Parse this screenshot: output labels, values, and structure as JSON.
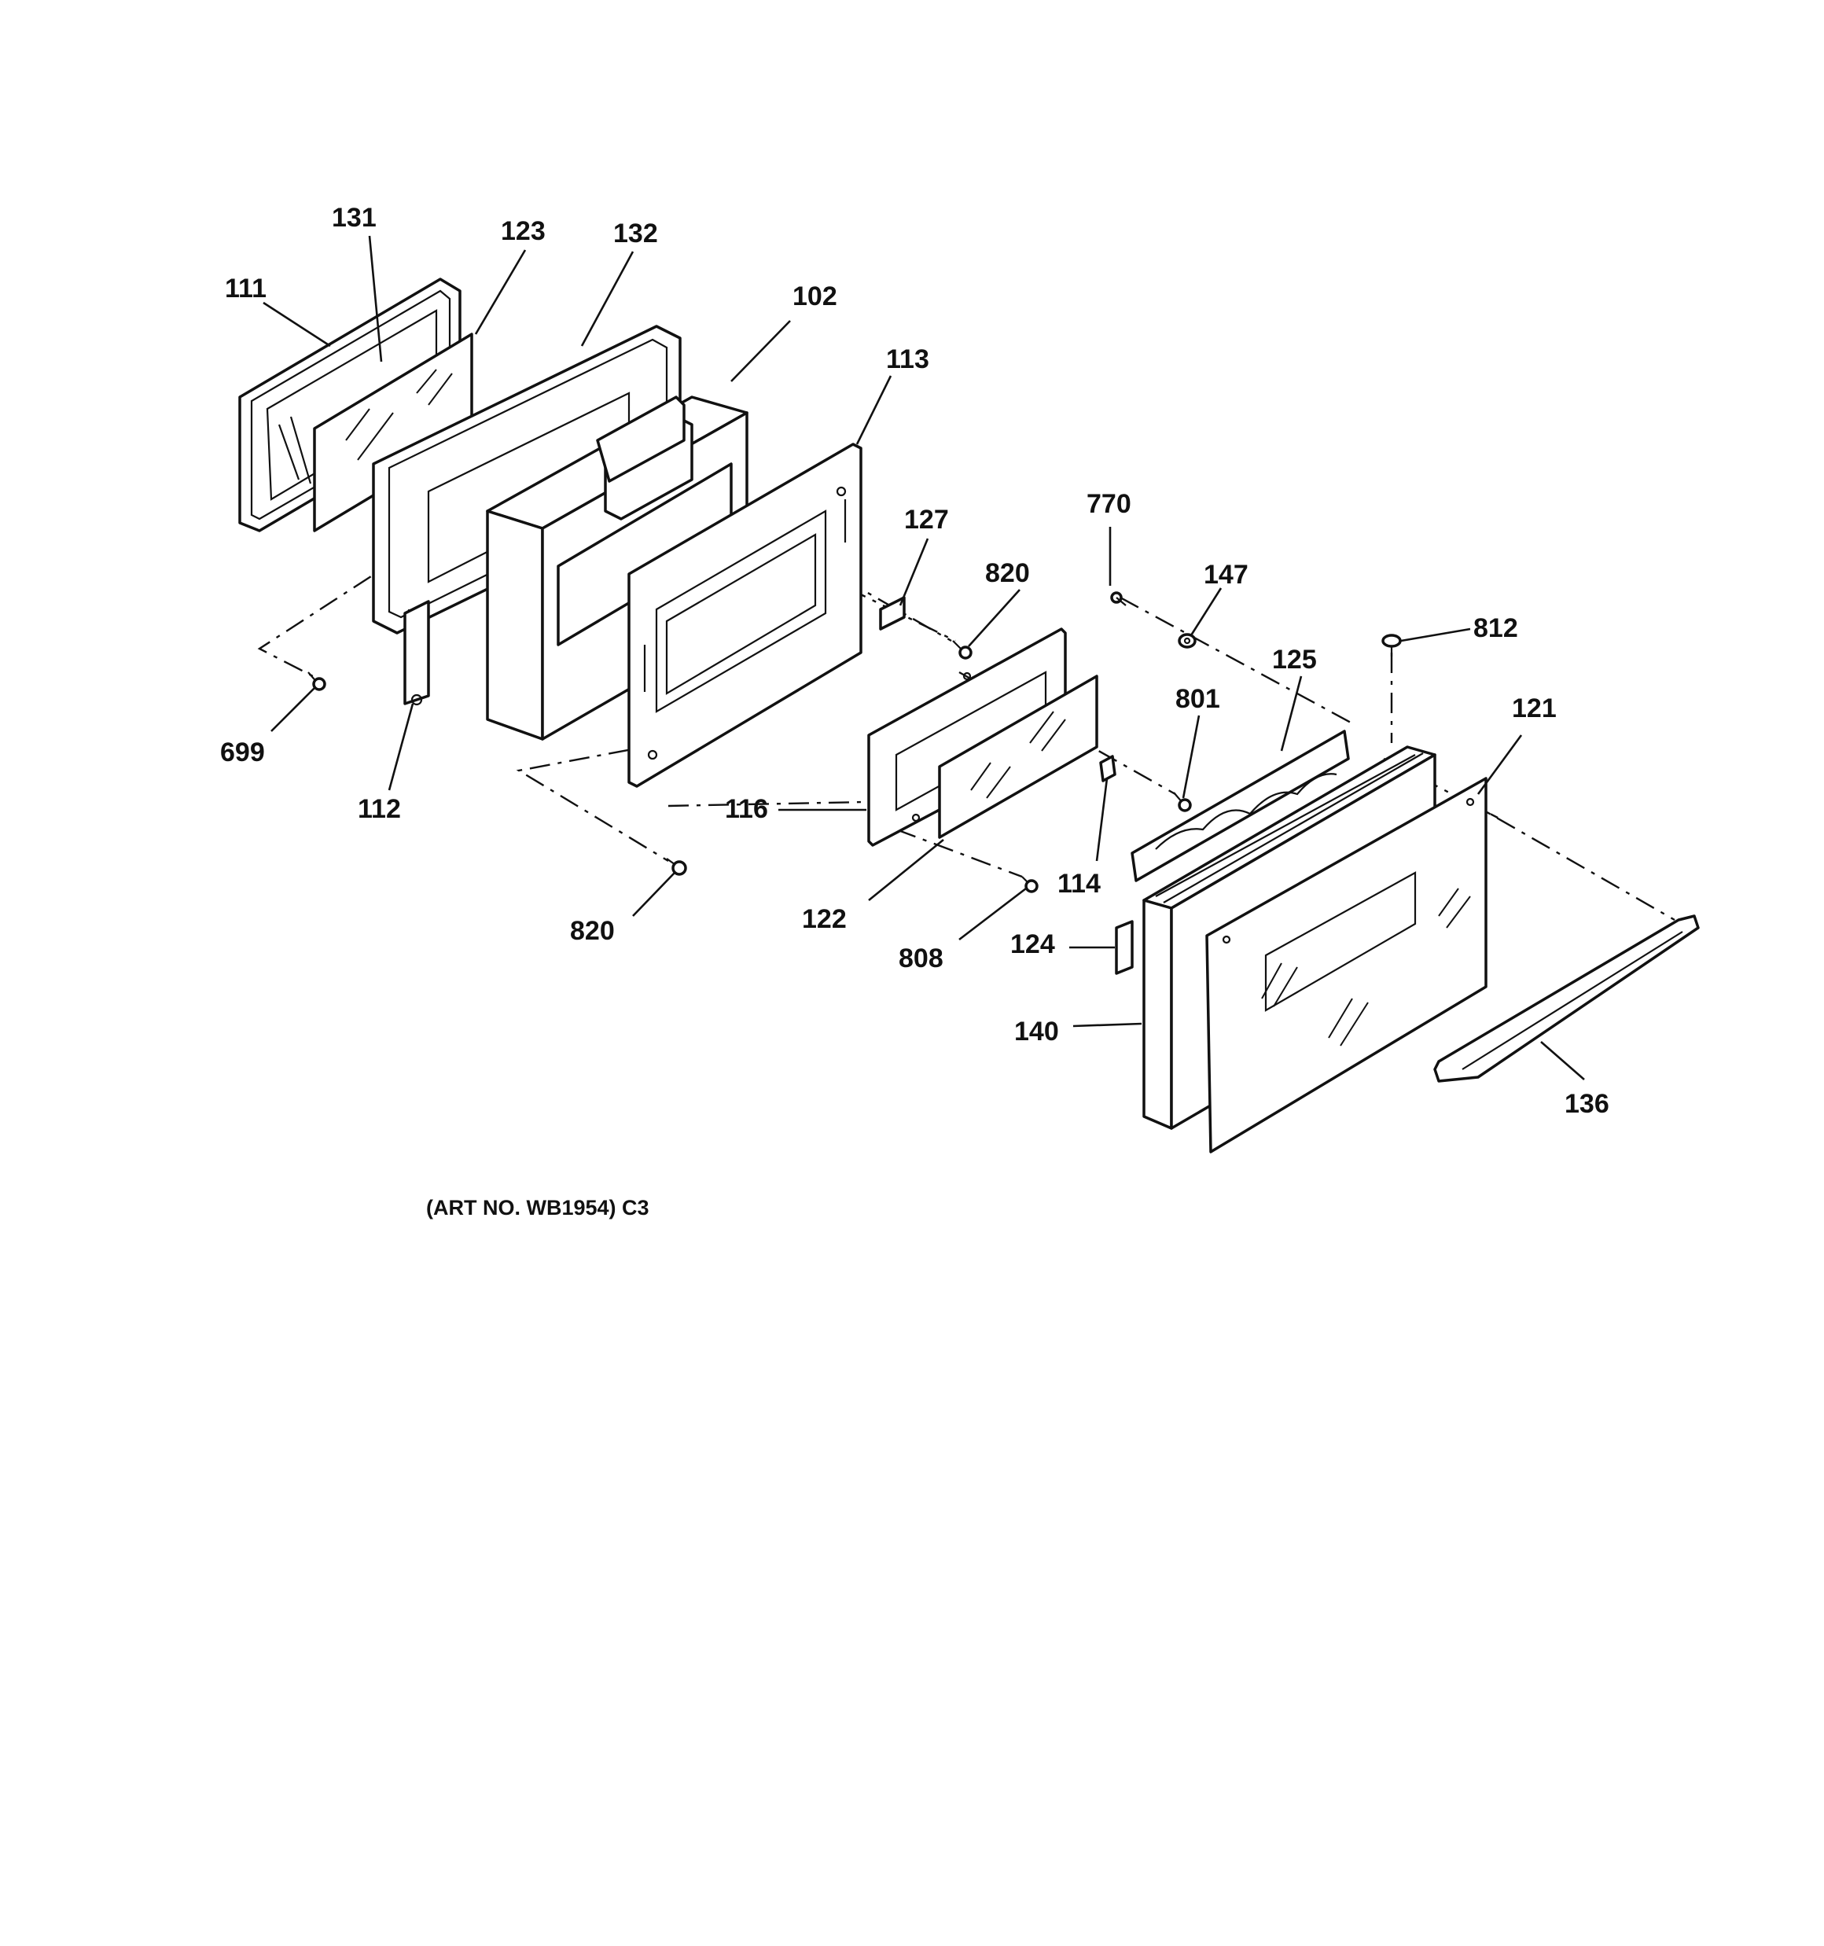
{
  "labels": {
    "p111": "111",
    "p131": "131",
    "p123": "123",
    "p132": "132",
    "p102": "102",
    "p113": "113",
    "p127": "127",
    "p770": "770",
    "p820a": "820",
    "p147": "147",
    "p812": "812",
    "p125": "125",
    "p801": "801",
    "p121": "121",
    "p699": "699",
    "p112": "112",
    "p116": "116",
    "p114": "114",
    "p820b": "820",
    "p122": "122",
    "p808": "808",
    "p124": "124",
    "p140": "140",
    "p136": "136"
  },
  "caption": "(ART NO. WB1954) C3",
  "colors": {
    "ink": "#111111",
    "paper": "#ffffff"
  }
}
